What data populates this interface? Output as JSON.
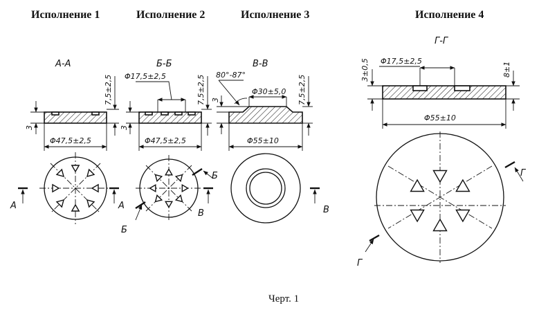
{
  "headings": {
    "v1": "Исполнение 1",
    "v2": "Исполнение 2",
    "v3": "Исполнение 3",
    "v4": "Исполнение 4"
  },
  "sections": {
    "aa": "А-А",
    "bb": "Б-Б",
    "vv": "В-В",
    "gg": "Г-Г"
  },
  "cut_letters": {
    "a": "А",
    "b": "Б",
    "v": "В",
    "g": "Г"
  },
  "dims": {
    "d47_1": "Φ47,5±2,5",
    "d47_2": "Φ47,5±2,5",
    "d55_3": "Φ55±10",
    "d55_4": "Φ55±10",
    "d17_2": "Φ17,5±2,5",
    "d17_4": "Φ17,5±2,5",
    "d30_3": "Φ30±5,0",
    "angle_3": "80°-87°",
    "h75_1": "7,5±2,5",
    "h75_2": "7,5±2,5",
    "h75_3": "7,5±2,5",
    "t3_1": "3",
    "t3_2": "3",
    "t3_3": "3",
    "t3_4": "3±0,5",
    "t8_4": "8±1"
  },
  "caption": "Черт. 1"
}
